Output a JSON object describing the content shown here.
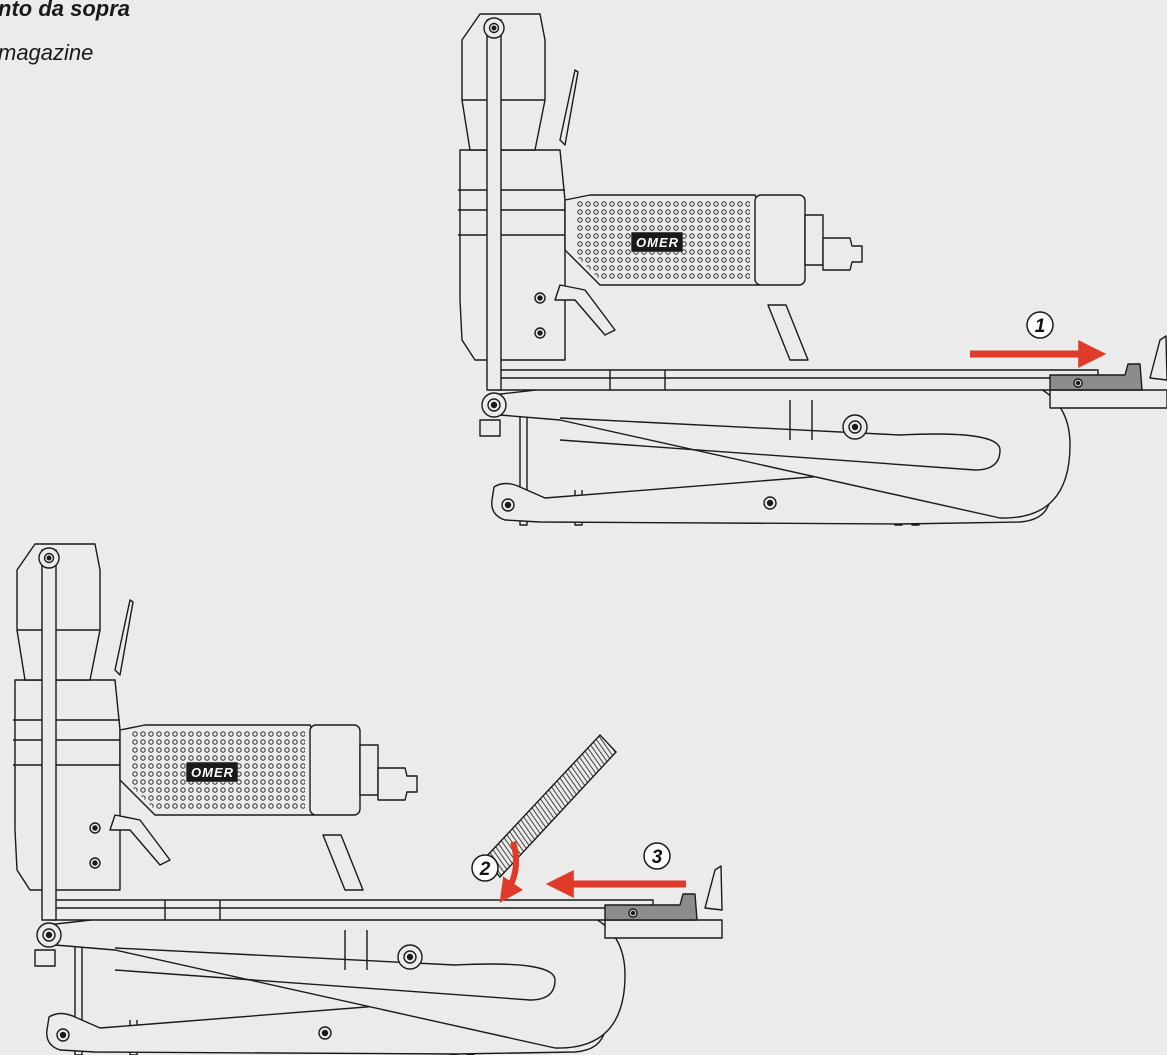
{
  "heading": {
    "title": "nto da sopra",
    "subtitle": "magazine"
  },
  "figure": {
    "brand_label": "OMER",
    "steps": [
      {
        "number": "1",
        "arrow": "right"
      },
      {
        "number": "2",
        "arrow": "curved-down"
      },
      {
        "number": "3",
        "arrow": "left"
      }
    ]
  },
  "colors": {
    "background": "#ebebeb",
    "line": "#1a1a1a",
    "arrow": "#e03a2a",
    "magazine_slide": "#8c8c8c"
  }
}
